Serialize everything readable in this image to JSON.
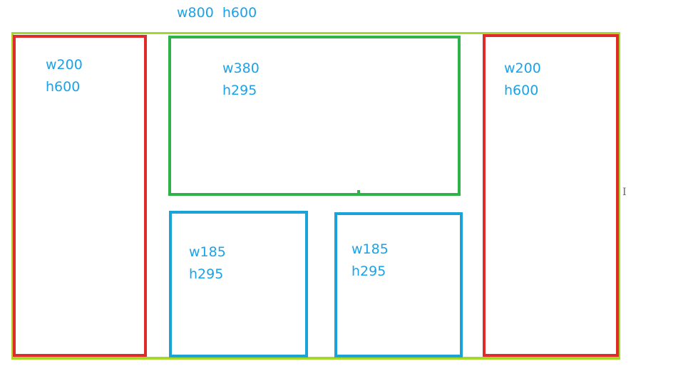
{
  "outer": {
    "label": "w800  h600",
    "border_color": "#a6d82a"
  },
  "left_sidebar": {
    "width_label": "w200",
    "height_label": "h600",
    "border_color": "#e02b2b"
  },
  "right_sidebar": {
    "width_label": "w200",
    "height_label": "h600",
    "border_color": "#e02b2b"
  },
  "main_top": {
    "width_label": "w380",
    "height_label": "h295",
    "border_color": "#2fb24a"
  },
  "main_bottom_left": {
    "width_label": "w185",
    "height_label": "h295",
    "border_color": "#1aa3d8"
  },
  "main_bottom_right": {
    "width_label": "w185",
    "height_label": "h295",
    "border_color": "#1aa3d8"
  },
  "label_color": "#1aa3e8",
  "cursor": {
    "glyph": "I",
    "icon": "text-cursor-icon"
  }
}
